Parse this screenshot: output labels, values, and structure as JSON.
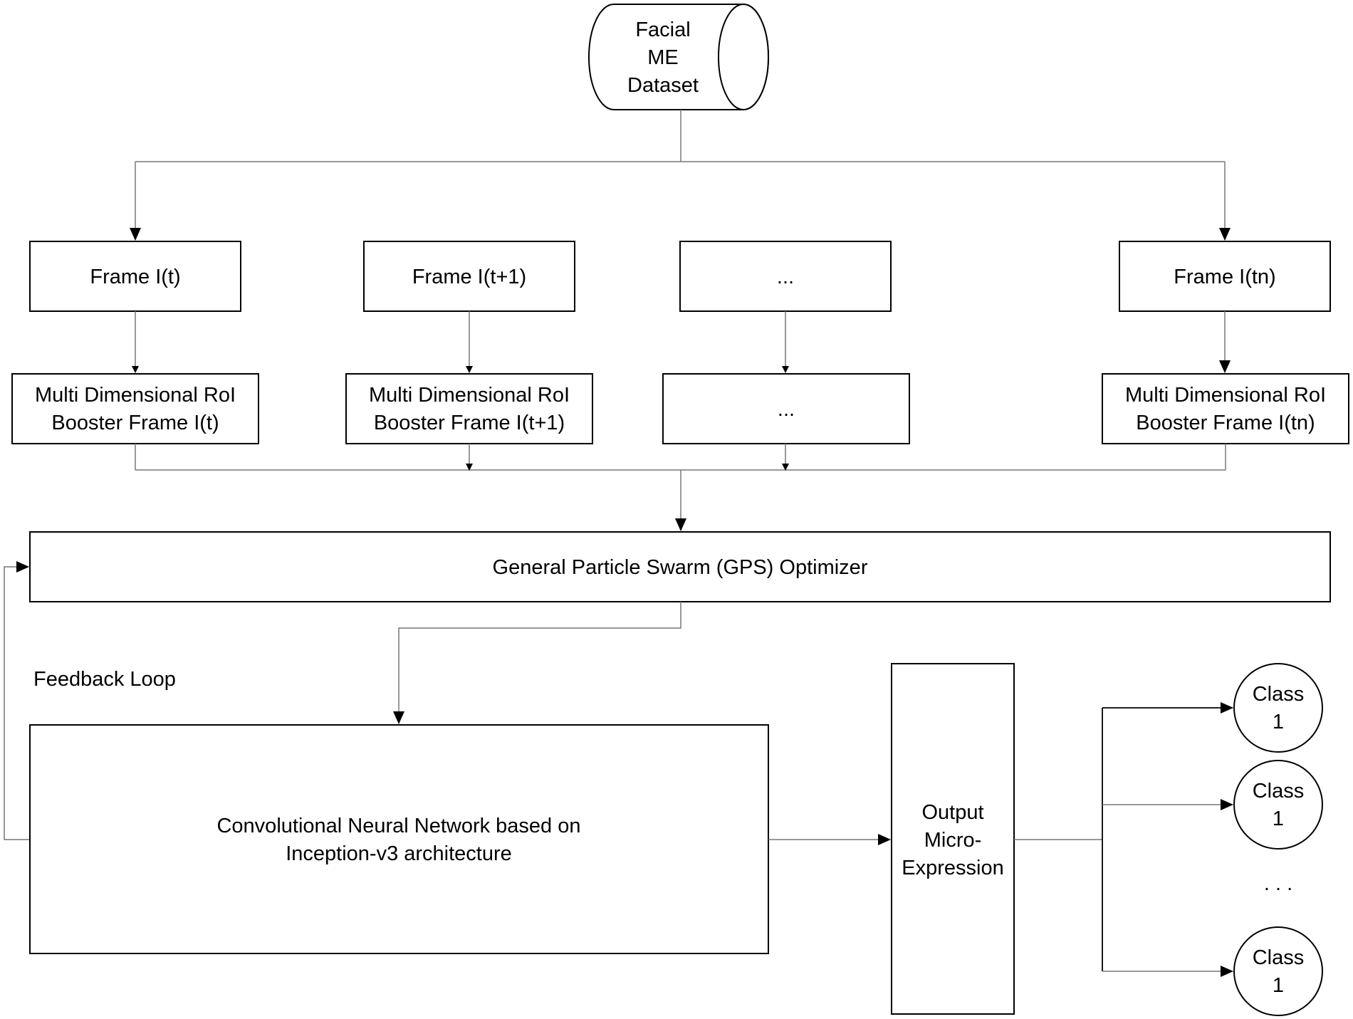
{
  "dataset": {
    "line1": "Facial",
    "line2": "ME",
    "line3": "Dataset"
  },
  "frames": [
    {
      "label": "Frame I(t)"
    },
    {
      "label": "Frame I(t+1)"
    },
    {
      "label": "..."
    },
    {
      "label": "Frame I(tn)"
    }
  ],
  "boosters": [
    {
      "line1": "Multi Dimensional RoI",
      "line2": "Booster Frame I(t)"
    },
    {
      "line1": "Multi Dimensional RoI",
      "line2": "Booster Frame I(t+1)"
    },
    {
      "line1": "...",
      "line2": ""
    },
    {
      "line1": "Multi Dimensional RoI",
      "line2": "Booster Frame I(tn)"
    }
  ],
  "optimizer": {
    "label": "General Particle Swarm (GPS) Optimizer"
  },
  "feedback": {
    "label": "Feedback Loop"
  },
  "cnn": {
    "line1": "Convolutional Neural Network based on",
    "line2": "Inception-v3 architecture"
  },
  "output": {
    "line1": "Output",
    "line2": "Micro-",
    "line3": "Expression"
  },
  "classes": [
    {
      "line1": "Class",
      "line2": "1"
    },
    {
      "line1": "Class",
      "line2": "1"
    },
    {
      "line1": "Class",
      "line2": "1"
    }
  ],
  "class_ellipsis": ". . ."
}
